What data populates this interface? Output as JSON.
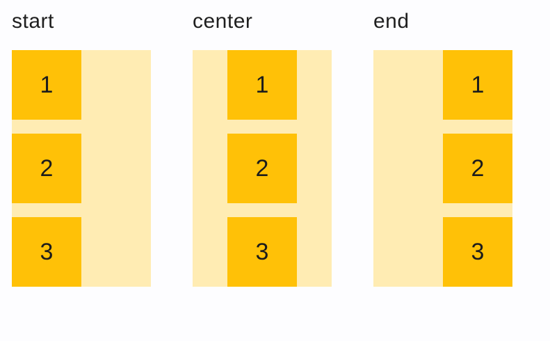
{
  "colors": {
    "page_background": "#fdfdff",
    "container_fill": "#ffecb3",
    "item_fill": "#ffc107",
    "label_text": "#1f1f1f",
    "item_text": "#1c1c1c"
  },
  "groups": [
    {
      "label": "start",
      "alignment": "start",
      "items": [
        "1",
        "2",
        "3"
      ]
    },
    {
      "label": "center",
      "alignment": "center",
      "items": [
        "1",
        "2",
        "3"
      ]
    },
    {
      "label": "end",
      "alignment": "end",
      "items": [
        "1",
        "2",
        "3"
      ]
    }
  ]
}
